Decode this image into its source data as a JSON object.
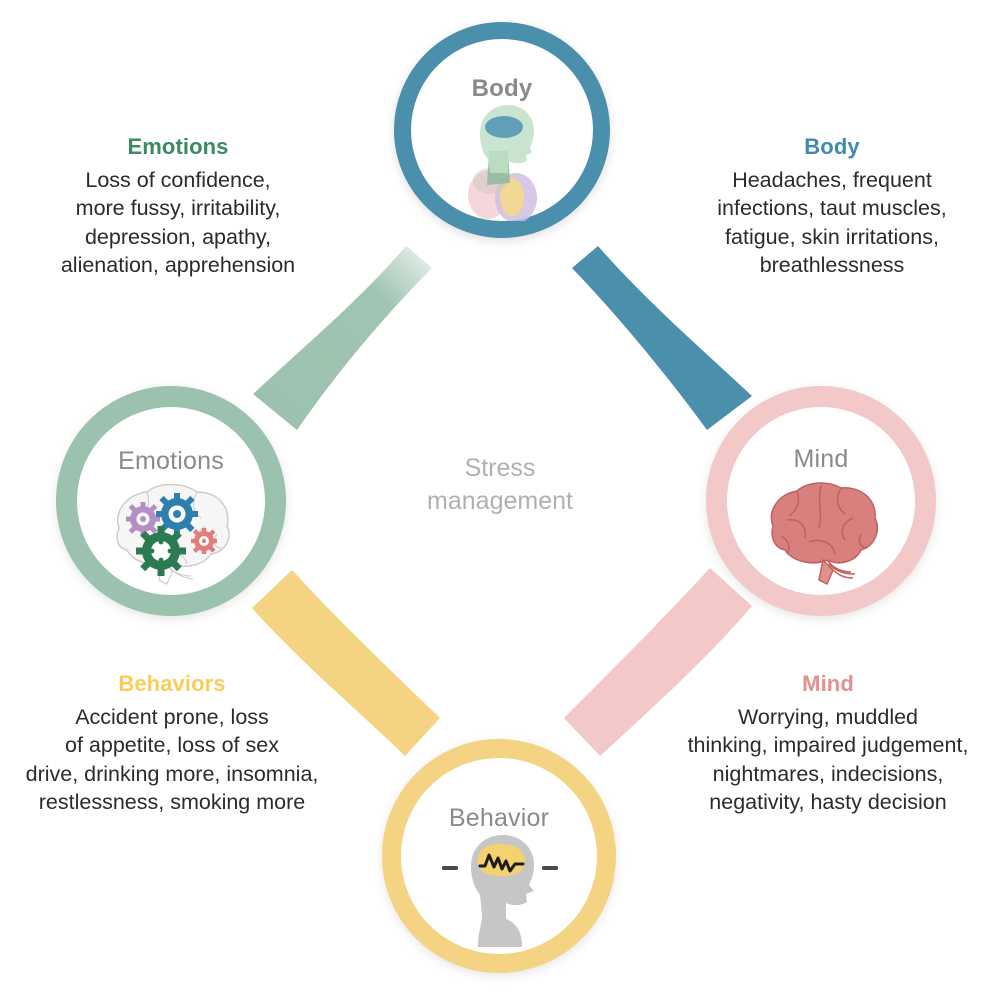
{
  "diagram": {
    "center": {
      "line1": "Stress",
      "line2": "management"
    },
    "nodes": [
      {
        "id": "body",
        "label": "Body",
        "icon": "head-torso-organs-icon",
        "ring_color": "#4a8fab"
      },
      {
        "id": "mind",
        "label": "Mind",
        "icon": "brain-icon",
        "ring_color": "#f2c8c8"
      },
      {
        "id": "emotions",
        "label": "Emotions",
        "icon": "brain-gears-icon",
        "ring_color": "#9bc2ae"
      },
      {
        "id": "behavior",
        "label": "Behavior",
        "icon": "head-brainwave-icon",
        "ring_color": "#f4d382"
      }
    ],
    "connectors": [
      {
        "id": "body-emotions",
        "from": "body",
        "to": "emotions",
        "color": "#9bc2ae"
      },
      {
        "id": "body-mind",
        "from": "body",
        "to": "mind",
        "color": "#4a8fab"
      },
      {
        "id": "emotions-behavior",
        "from": "emotions",
        "to": "behavior",
        "color": "#f4d382"
      },
      {
        "id": "mind-behavior",
        "from": "mind",
        "to": "behavior",
        "color": "#f2c8c8"
      }
    ],
    "text_blocks": [
      {
        "id": "emotions",
        "heading": "Emotions",
        "heading_color": "#3a8a62",
        "lines": [
          "Loss of confidence,",
          "more fussy, irritability,",
          "depression, apathy,",
          "alienation, apprehension"
        ]
      },
      {
        "id": "body",
        "heading": "Body",
        "heading_color": "#3d8cb0",
        "lines": [
          "Headaches, frequent",
          "infections, taut muscles,",
          "fatigue, skin irritations,",
          "breathlessness"
        ]
      },
      {
        "id": "behaviors",
        "heading": "Behaviors",
        "heading_color": "#fbcc58",
        "lines": [
          "Accident prone, loss",
          "of appetite, loss of sex",
          "drive, drinking more, insomnia,",
          "restlessness, smoking more"
        ]
      },
      {
        "id": "mind",
        "heading": "Mind",
        "heading_color": "#e4908e",
        "lines": [
          "Worrying, muddled",
          "thinking, impaired judgement,",
          "nightmares, indecisions,",
          "negativity, hasty decision"
        ]
      }
    ]
  }
}
